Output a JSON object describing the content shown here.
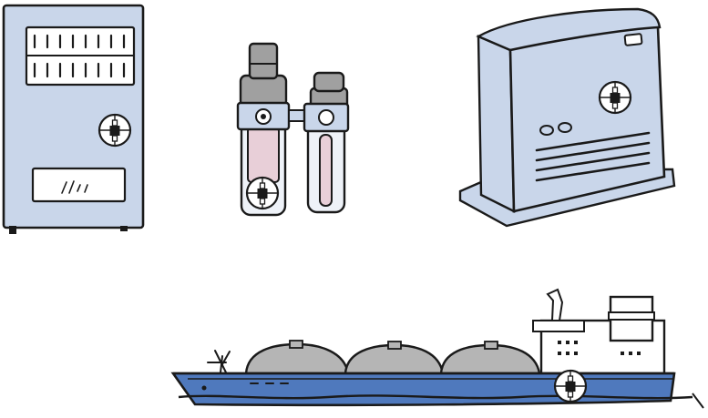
{
  "scene": {
    "items": [
      {
        "name": "vending-machine",
        "marker": "plug-target-icon"
      },
      {
        "name": "air-filter-regulator",
        "marker": "plug-target-icon"
      },
      {
        "name": "fan-heater",
        "marker": "plug-target-icon"
      },
      {
        "name": "lng-carrier-ship",
        "marker": "plug-target-icon"
      }
    ]
  },
  "colors": {
    "outline": "#1a1a1a",
    "body_blue": "#c9d6ea",
    "hull_blue": "#4f79bd",
    "tank_grey": "#b5b5b5",
    "filter_grey": "#a0a0a0",
    "filter_pink": "#e8cfd8",
    "filter_glass": "#eef2f8",
    "background": "#ffffff"
  }
}
